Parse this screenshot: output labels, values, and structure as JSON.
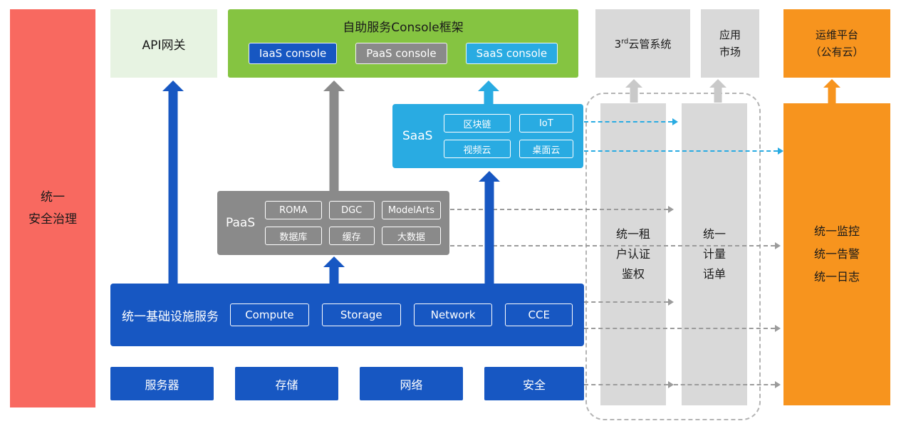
{
  "colors": {
    "red": "#F86960",
    "light_green": "#E7F3E2",
    "green": "#85C441",
    "blue": "#1757C2",
    "gray": "#8A8A8A",
    "light_blue": "#29ABE2",
    "light_gray": "#D9D9D9",
    "orange": "#F7941E"
  },
  "security_bar": {
    "label": "统一\n安全治理"
  },
  "top_row": {
    "api_gateway": {
      "label": "API网关"
    },
    "console_frame": {
      "title": "自助服务Console框架",
      "consoles": [
        {
          "label": "IaaS console"
        },
        {
          "label": "PaaS console"
        },
        {
          "label": "SaaS console"
        }
      ]
    },
    "third_party_cloud": {
      "base": "3",
      "sup": "rd",
      "rest": "云管系统"
    },
    "app_market": {
      "label": "应用\n市场"
    },
    "om_platform": {
      "label": "运维平台\n（公有云）"
    }
  },
  "saas": {
    "label": "SaaS",
    "items": [
      "区块链",
      "IoT",
      "视频云",
      "桌面云"
    ]
  },
  "paas": {
    "label": "PaaS",
    "items": [
      "ROMA",
      "DGC",
      "ModelArts",
      "数据库",
      "缓存",
      "大数据"
    ]
  },
  "iaas": {
    "label": "统一基础设施服务",
    "items": [
      "Compute",
      "Storage",
      "Network",
      "CCE"
    ]
  },
  "hardware": {
    "items": [
      "服务器",
      "存储",
      "网络",
      "安全"
    ]
  },
  "right_bars": {
    "auth": {
      "label": "统一租\n户认证\n鉴权"
    },
    "billing": {
      "label": "统一\n计量\n话单"
    },
    "om": {
      "label": "统一监控\n统一告警\n统一日志"
    }
  }
}
